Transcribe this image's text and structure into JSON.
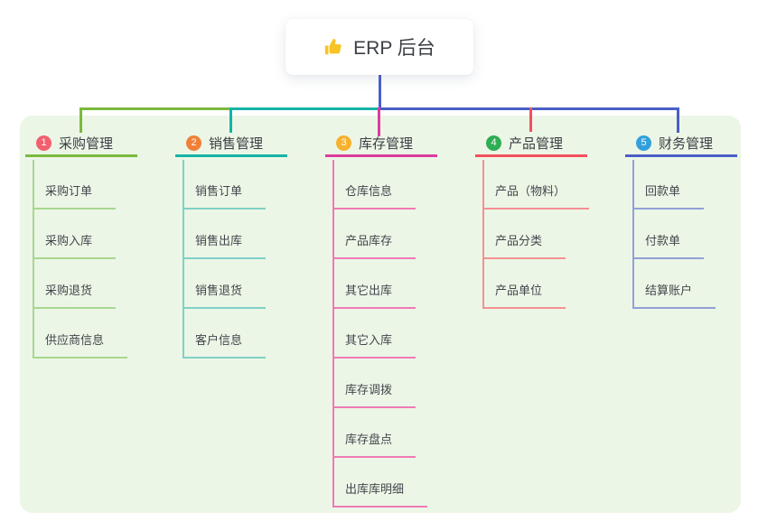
{
  "root": {
    "label": "ERP 后台",
    "icon": "thumbs-up-icon",
    "icon_color": "#f7c325"
  },
  "colors": {
    "canvas_bg": "#ffffff",
    "panel_bg": "#ecf6e6",
    "root_line": "#4a5fc8",
    "title_text": "#3c4046",
    "label_text": "#3a3e45",
    "child_text": "#42464d"
  },
  "branches": [
    {
      "badge": "1",
      "label": "采购管理",
      "badge_color": "#f2606f",
      "line_color": "#7cb93e",
      "sub_line_color": "#a9d78f",
      "children": [
        "采购订单",
        "采购入库",
        "采购退货",
        "供应商信息"
      ]
    },
    {
      "badge": "2",
      "label": "销售管理",
      "badge_color": "#f08038",
      "line_color": "#16b3a6",
      "sub_line_color": "#7fd1c7",
      "children": [
        "销售订单",
        "销售出库",
        "销售退货",
        "客户信息"
      ]
    },
    {
      "badge": "3",
      "label": "库存管理",
      "badge_color": "#f6b22e",
      "line_color": "#dc3c9e",
      "sub_line_color": "#ef7ab5",
      "children": [
        "仓库信息",
        "产品库存",
        "其它出库",
        "其它入库",
        "库存调拨",
        "库存盘点",
        "出库库明细"
      ]
    },
    {
      "badge": "4",
      "label": "产品管理",
      "badge_color": "#2eae53",
      "line_color": "#f4505c",
      "sub_line_color": "#f59093",
      "children": [
        "产品（物料）",
        "产品分类",
        "产品单位"
      ]
    },
    {
      "badge": "5",
      "label": "财务管理",
      "badge_color": "#33a0dc",
      "line_color": "#4a5fc8",
      "sub_line_color": "#93a0d8",
      "children": [
        "回款单",
        "付款单",
        "结算账户"
      ]
    }
  ]
}
